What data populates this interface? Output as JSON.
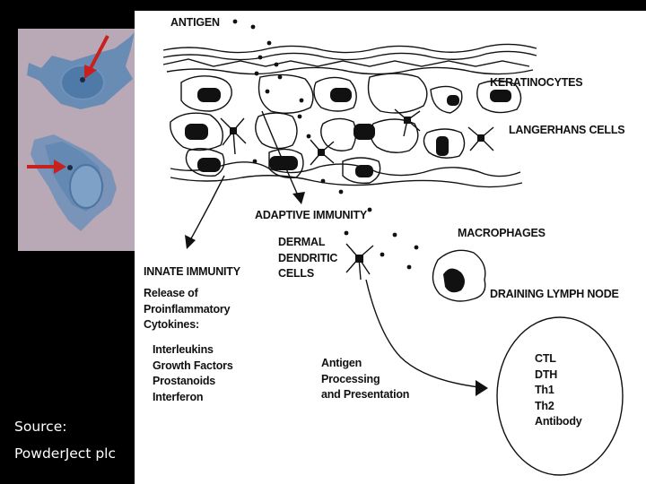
{
  "source": {
    "line1": "Source:",
    "line2": "PowderJect plc"
  },
  "photo": {
    "name": "Micrograph of Langerhans cells with red arrows"
  },
  "labels": {
    "antigen": "ANTIGEN",
    "keratinocytes": "KERATINOCYTES",
    "langerhans": "LANGERHANS CELLS",
    "adaptive": "ADAPTIVE IMMUNITY",
    "dermal": [
      "DERMAL",
      "DENDRITIC",
      "CELLS"
    ],
    "macrophages": "MACROPHAGES",
    "lymph": "DRAINING LYMPH NODE",
    "innate": "INNATE IMMUNITY",
    "release": [
      "Release of",
      "Proinflammatory",
      "Cytokines:"
    ],
    "cytokines": [
      "Interleukins",
      "Growth Factors",
      "Prostanoids",
      "Interferon"
    ],
    "processing": [
      "Antigen",
      "Processing",
      "and Presentation"
    ],
    "node_items": [
      "CTL",
      "DTH",
      "Th1",
      "Th2",
      "Antibody"
    ]
  },
  "colors": {
    "background": "#000000",
    "canvas": "#ffffff",
    "ink": "#111111",
    "arrow_red": "#c8201e",
    "stain": "#5f88b3"
  }
}
